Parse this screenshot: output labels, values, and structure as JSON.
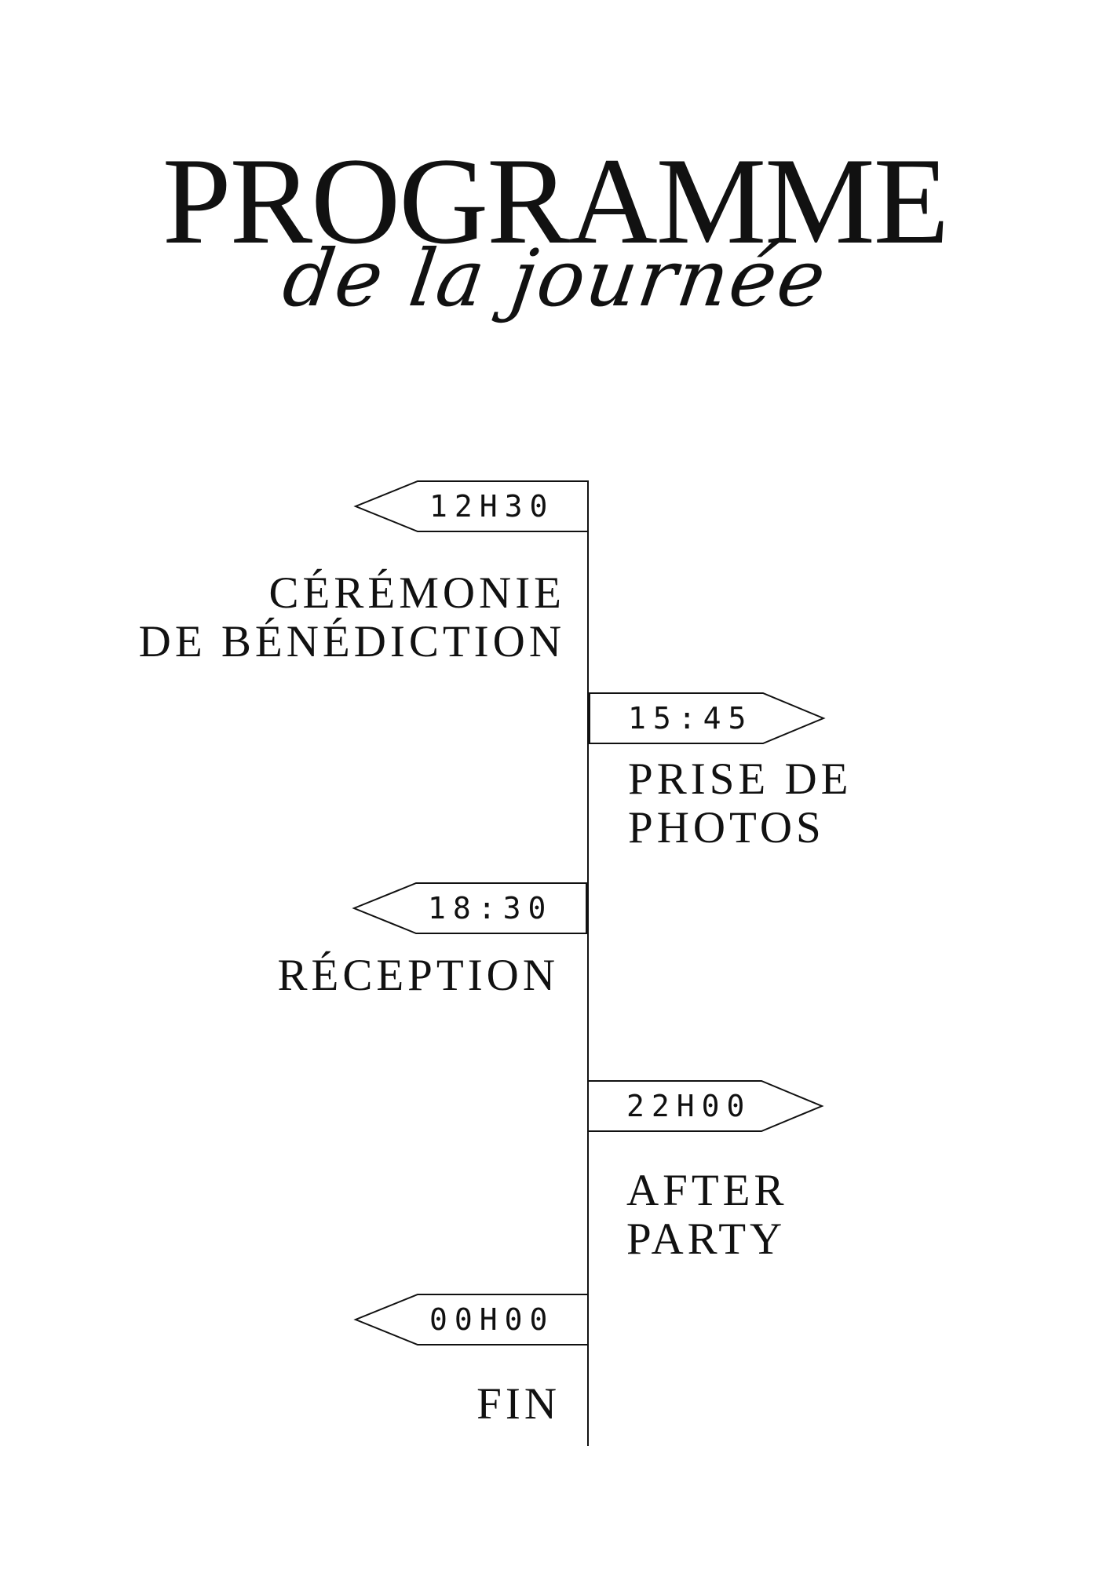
{
  "title": "PROGRAMME",
  "subtitle": "de la journée",
  "schedule": [
    {
      "time": "12H30",
      "event_lines": [
        "CÉRÉMONIE",
        "DE BÉNÉDICTION"
      ],
      "direction": "left"
    },
    {
      "time": "15:45",
      "event_lines": [
        "PRISE DE",
        "PHOTOS"
      ],
      "direction": "right"
    },
    {
      "time": "18:30",
      "event_lines": [
        "RÉCEPTION"
      ],
      "direction": "left"
    },
    {
      "time": "22H00",
      "event_lines": [
        "AFTER",
        "PARTY"
      ],
      "direction": "right"
    },
    {
      "time": "00H00",
      "event_lines": [
        "FIN"
      ],
      "direction": "left"
    }
  ]
}
